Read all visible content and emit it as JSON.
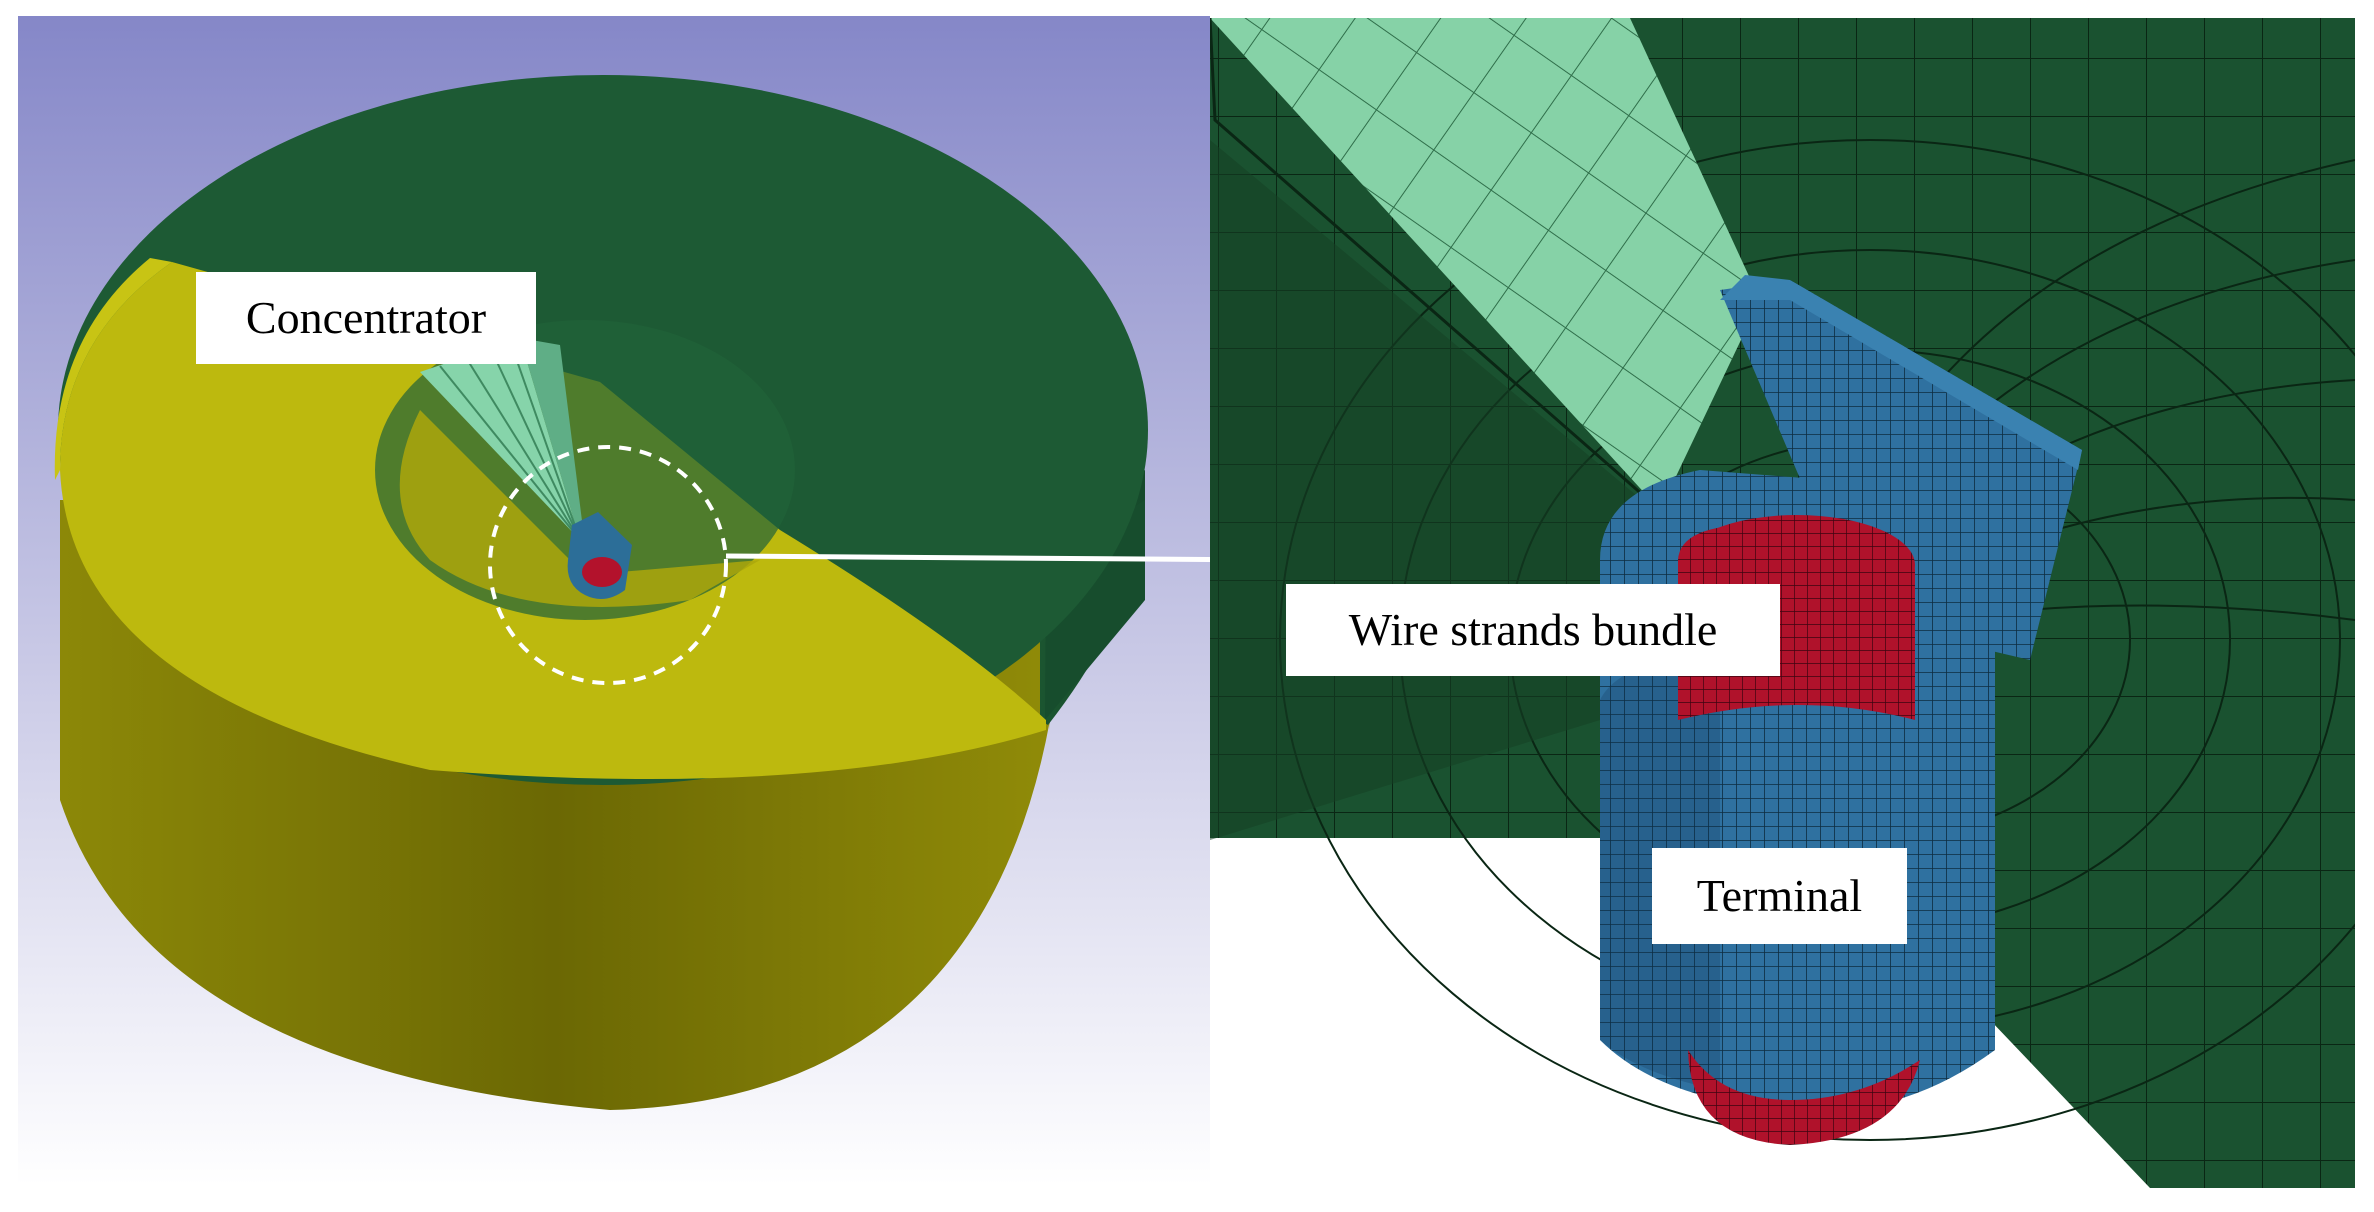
{
  "labels": {
    "concentrator": "Concentrator",
    "wire_strands_bundle": "Wire strands bundle",
    "terminal": "Terminal"
  },
  "colors": {
    "background_top": "#8a8ccc",
    "background_bottom": "#ffffff",
    "concentrator_green": "#1d5a34",
    "concentrator_green_dark": "#164a2b",
    "concentrator_yellow": "#bdb90e",
    "concentrator_yellow_side": "#7e7a06",
    "cone_light": "#86d4aa",
    "terminal_blue": "#2c6e98",
    "wire_red": "#b3122c",
    "mesh_line": "#0b2a18"
  }
}
